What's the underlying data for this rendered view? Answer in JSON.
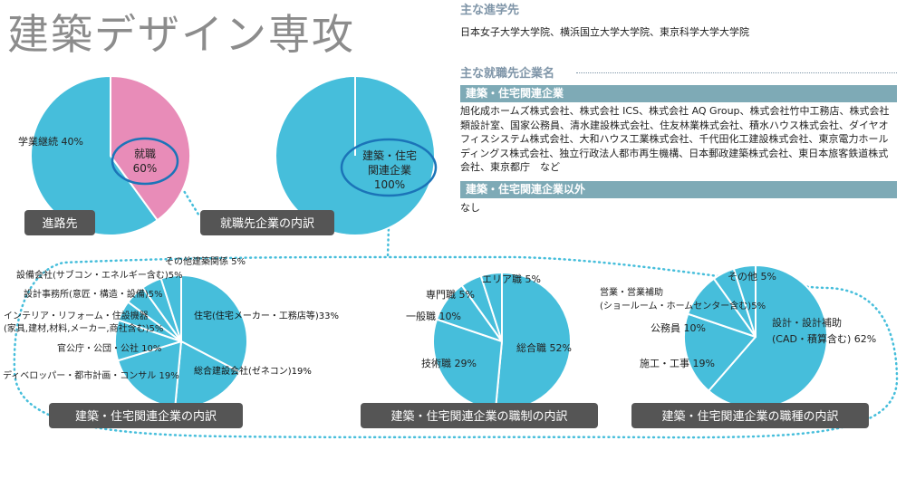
{
  "title": "建築デザイン専攻",
  "colors": {
    "blue": "#46bedb",
    "pink": "#e88cb8",
    "badge": "#555555",
    "band": "#7eaab6",
    "heading": "#7f95a8",
    "ring": "#1b74b8"
  },
  "graduate_school": {
    "heading": "主な進学先",
    "text": "日本女子大学大学院、横浜国立大学大学院、東京科学大学大学院"
  },
  "employers": {
    "heading": "主な就職先企業名",
    "related_label": "建築・住宅関連企業",
    "related_text": "旭化成ホームズ株式会社、株式会社 ICS、株式会社 AQ Group、株式会社竹中工務店、株式会社類設計室、国家公務員、清水建設株式会社、住友林業株式会社、積水ハウス株式会社、ダイヤオフィスシステム株式会社、大和ハウス工業株式会社、千代田化工建設株式会社、東京電力ホールディングス株式会社、独立行政法人都市再生機構、日本郵政建築株式会社、東日本旅客鉄道株式会社、東京都庁　など",
    "other_label": "建築・住宅関連企業以外",
    "other_text": "なし"
  },
  "chart_data": [
    {
      "type": "pie",
      "title": "進路先",
      "slices": [
        {
          "label": "就職",
          "value_text": "60%",
          "value": 60
        },
        {
          "label": "学業継続 40%",
          "value": 40
        }
      ]
    },
    {
      "type": "pie",
      "title": "就職先企業の内訳",
      "slices": [
        {
          "label": "建築・住宅",
          "label2": "関連企業",
          "value_text": "100%",
          "value": 100
        }
      ]
    },
    {
      "type": "pie",
      "title": "建築・住宅関連企業の内訳",
      "slices": [
        {
          "label": "住宅(住宅メーカー・工務店等)33%",
          "value": 33
        },
        {
          "label": "総合建設会社(ゼネコン)19%",
          "value": 19
        },
        {
          "label": "ディベロッパー・都市計画・コンサル 19%",
          "value": 19
        },
        {
          "label": "官公庁・公団・公社 10%",
          "value": 10
        },
        {
          "label": "インテリア・リフォーム・住設機器",
          "label2": "(家具,建材,材料,メーカー,商社含む)5%",
          "value": 5
        },
        {
          "label": "設計事務所(意匠・構造・設備)5%",
          "value": 5
        },
        {
          "label": "設備会社(サブコン・エネルギー含む)5%",
          "value": 5
        },
        {
          "label": "その他建築関係 5%",
          "value": 5
        }
      ]
    },
    {
      "type": "pie",
      "title": "建築・住宅関連企業の職制の内訳",
      "slices": [
        {
          "label": "総合職 52%",
          "value": 52
        },
        {
          "label": "技術職 29%",
          "value": 29
        },
        {
          "label": "一般職 10%",
          "value": 10
        },
        {
          "label": "専門職 5%",
          "value": 5
        },
        {
          "label": "エリア職 5%",
          "value": 5
        }
      ]
    },
    {
      "type": "pie",
      "title": "建築・住宅関連企業の職種の内訳",
      "slices": [
        {
          "label": "設計・設計補助",
          "label2": "(CAD・積算含む) 62%",
          "value": 62
        },
        {
          "label": "施工・工事 19%",
          "value": 19
        },
        {
          "label": "公務員 10%",
          "value": 10
        },
        {
          "label": "営業・営業補助",
          "label2": "(ショールーム・ホームセンター含む)5%",
          "value": 5
        },
        {
          "label": "その他 5%",
          "value": 5
        }
      ]
    }
  ]
}
